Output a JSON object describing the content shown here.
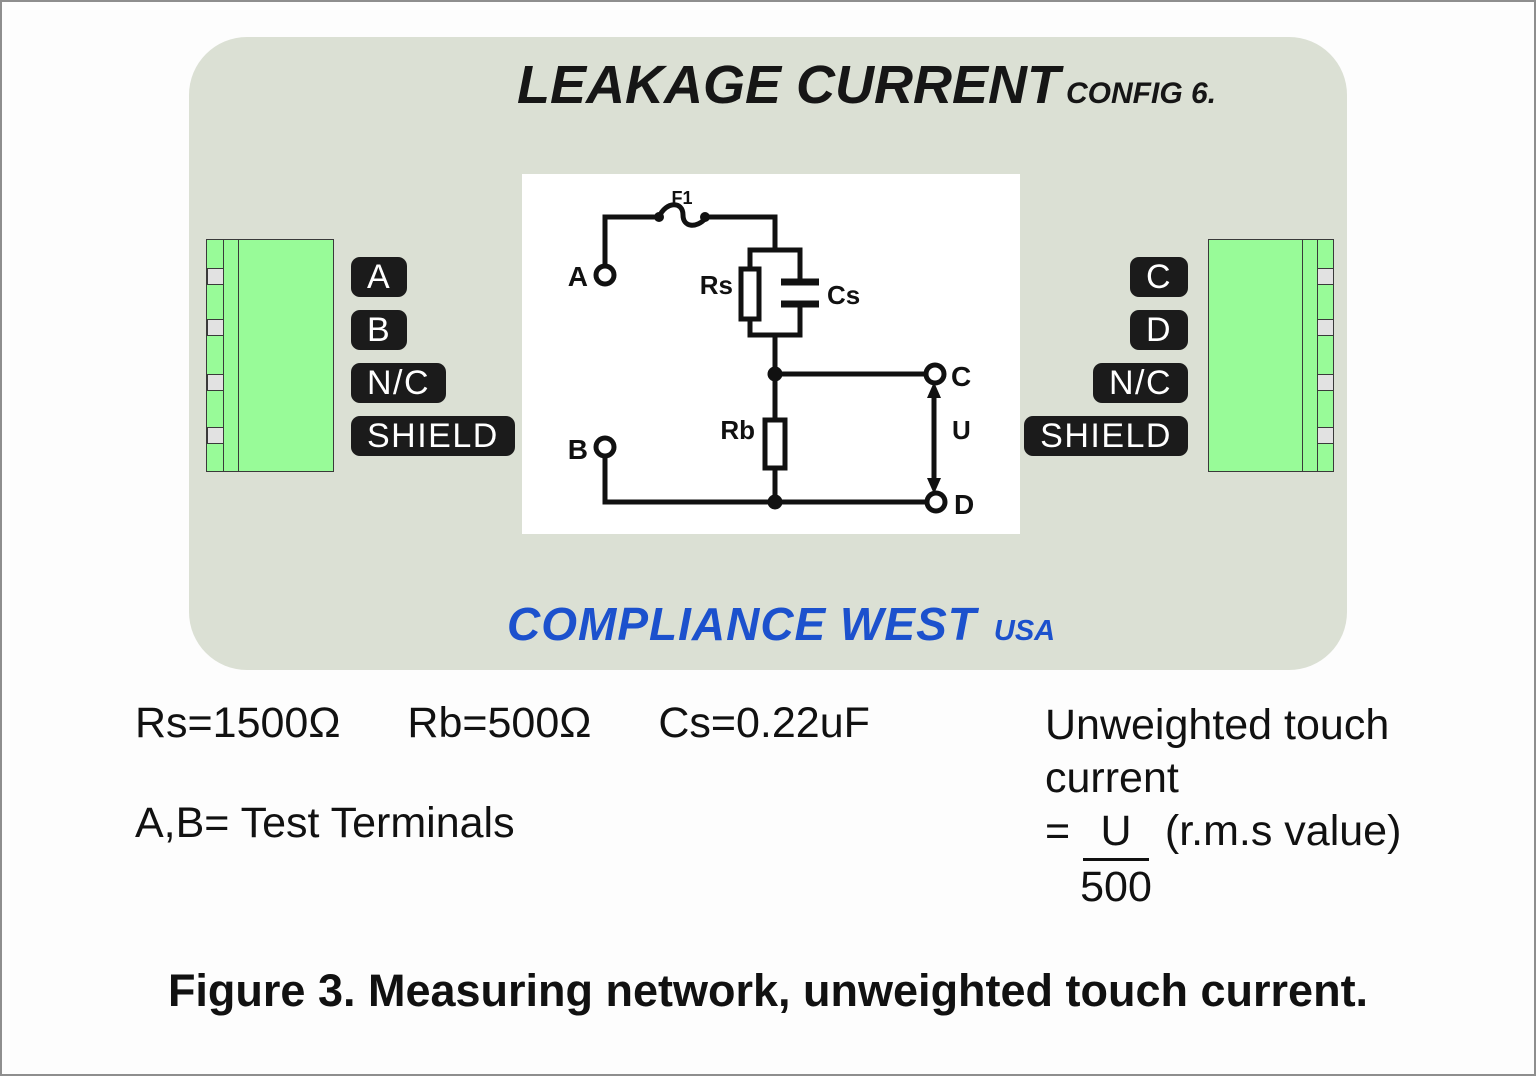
{
  "title": {
    "main": "LEAKAGE CURRENT",
    "config": "CONFIG 6."
  },
  "brand": {
    "name": "COMPLIANCE WEST",
    "region": "USA"
  },
  "connector_left": {
    "labels": [
      "A",
      "B",
      "N/C",
      "SHIELD"
    ]
  },
  "connector_right": {
    "labels": [
      "C",
      "D",
      "N/C",
      "SHIELD"
    ]
  },
  "circuit": {
    "fuse_label": "F1",
    "terminal_a": "A",
    "terminal_b": "B",
    "terminal_c": "C",
    "terminal_d": "D",
    "rs_label": "Rs",
    "cs_label": "Cs",
    "rb_label": "Rb",
    "voltage_label": "U"
  },
  "parameters": {
    "rs": "Rs=1500Ω",
    "rb": "Rb=500Ω",
    "cs": "Cs=0.22uF",
    "terminals_note": "A,B= Test Terminals"
  },
  "formula": {
    "line1": "Unweighted touch",
    "line2": "current",
    "equals": "=",
    "numerator": "U",
    "denominator": "500",
    "suffix": "(r.m.s value)"
  },
  "caption": "Figure 3. Measuring network, unweighted touch current.",
  "colors": {
    "panel_bg": "#dbe0d4",
    "connector_green": "#98fb98",
    "pin_gray": "#e2e2e2",
    "badge_black": "#1b1b1b",
    "brand_blue": "#1c51cd",
    "ink": "#111111"
  }
}
